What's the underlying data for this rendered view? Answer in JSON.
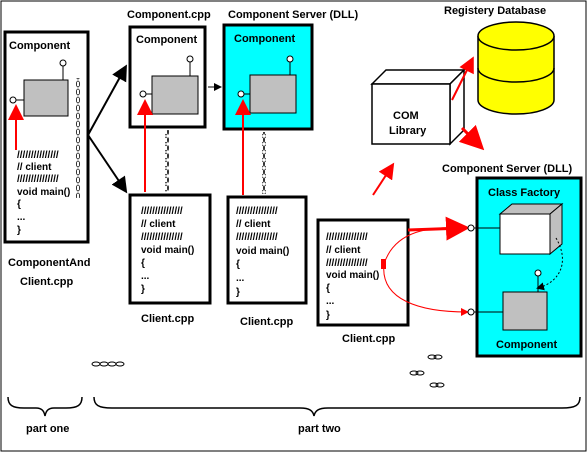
{
  "labels": {
    "component_cpp": "Component.cpp",
    "component_server_dll_top": "Component Server (DLL)",
    "registry_database": "Registery Database",
    "component_server_dll_right": "Component Server (DLL)",
    "component": "Component",
    "class_factory": "Class Factory",
    "com_library_line1": "COM",
    "com_library_line2": "Library",
    "component_and_client_line1": "ComponentAnd",
    "component_and_client_line2": "Client.cpp",
    "client_cpp": "Client.cpp",
    "part_one": "part one",
    "part_two": "part two"
  },
  "code_lines": {
    "slashes": "///////////////",
    "client_comment": "// client",
    "void_main": "void main()",
    "open_brace": "{",
    "ellipsis": "...",
    "close_brace": "}"
  },
  "colors": {
    "cyan": "#00ffff",
    "gray_box": "#c0c0c0",
    "yellow_db": "#ffff00",
    "red_arrow": "#ff0000"
  }
}
